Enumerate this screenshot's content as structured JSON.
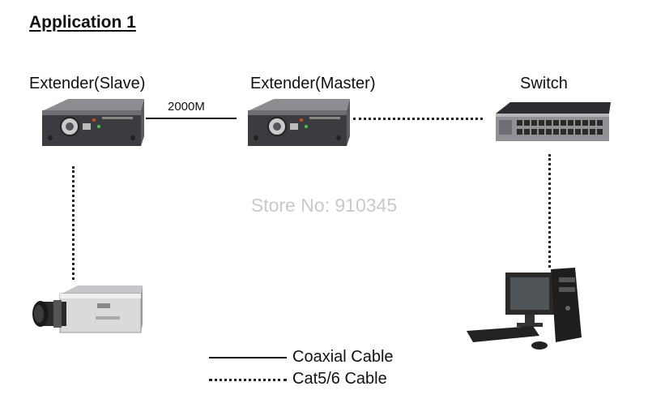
{
  "title": "Application 1",
  "labels": {
    "slave": "Extender(Slave)",
    "master": "Extender(Master)",
    "switch": "Switch",
    "link_speed": "2000M"
  },
  "watermark": "Store No: 910345",
  "legend": [
    {
      "style": "solid",
      "label": "Coaxial Cable"
    },
    {
      "style": "dotted",
      "label": "Cat5/6 Cable"
    }
  ]
}
